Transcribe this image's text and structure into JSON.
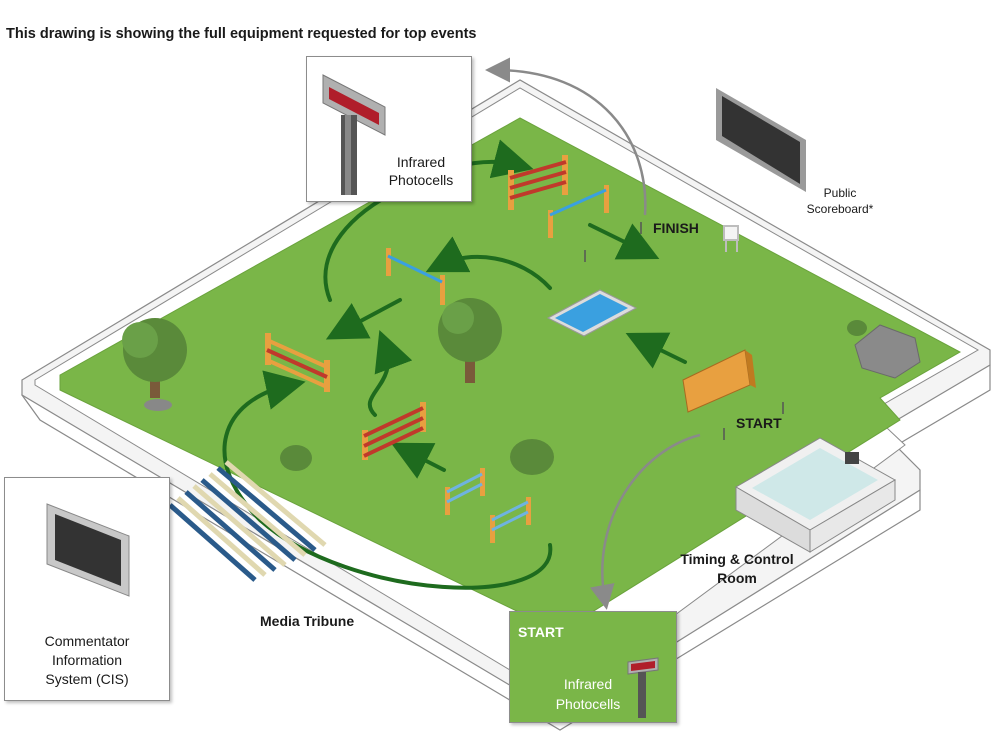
{
  "title": "This drawing is showing the full equipment requested for top events",
  "labels": {
    "infrared_top_line1": "Infrared",
    "infrared_top_line2": "Photocells",
    "finish": "FINISH",
    "public_scoreboard_line1": "Public",
    "public_scoreboard_line2": "Scoreboard*",
    "start": "START",
    "timing_line1": "Timing & Control",
    "timing_line2": "Room",
    "media_tribune": "Media Tribune",
    "cis_line1": "Commentator",
    "cis_line2": "Information",
    "cis_line3": "System (CIS)",
    "start_box": "START",
    "infrared_bottom_line1": "Infrared",
    "infrared_bottom_line2": "Photocells"
  },
  "colors": {
    "grass": "#7ab648",
    "course_line": "#1e6b1e",
    "gray_arrow": "#8a8a8a",
    "pool": "#3aa0e0",
    "tree": "#5a8a3a",
    "rail_red": "#c0392b",
    "post_orange": "#e8a040"
  },
  "icons": [
    "infrared-photocell-icon",
    "scoreboard-icon",
    "monitor-icon",
    "tree-icon",
    "rock-icon",
    "chair-icon",
    "water-pool-icon",
    "wall-jump-icon",
    "jump-fence-icon",
    "control-room-icon",
    "grandstand-icon"
  ]
}
